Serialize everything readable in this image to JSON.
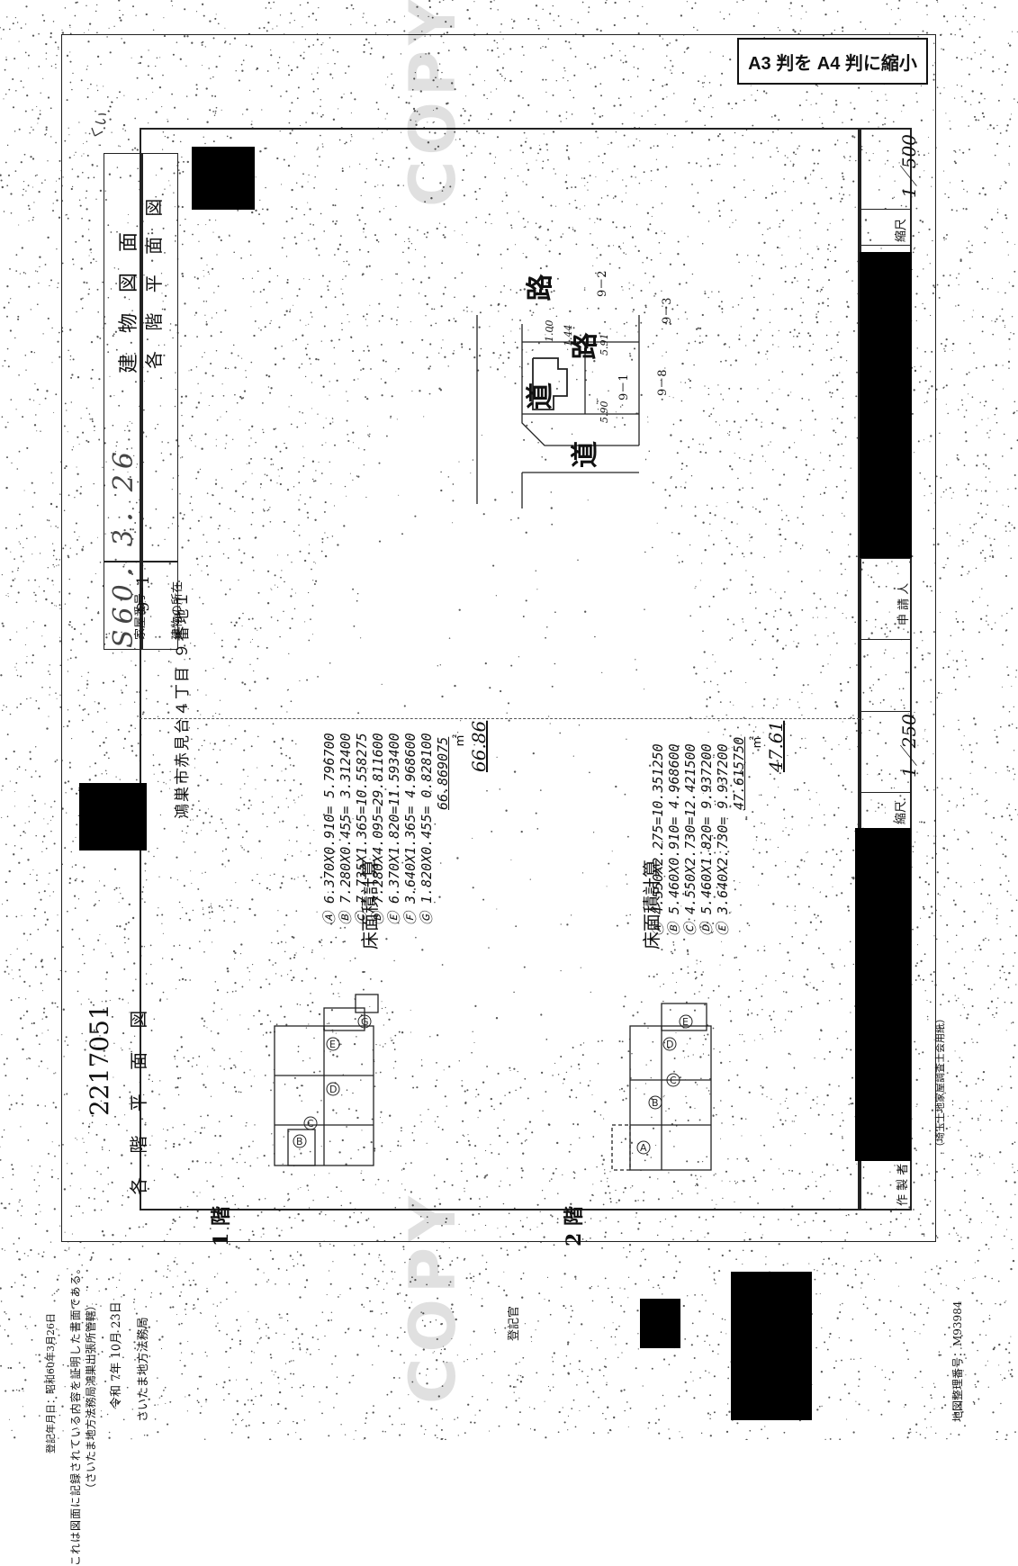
{
  "scale_notice": "A3 判を A4 判に縮小",
  "header": {
    "doc_number": "2217051",
    "title_left": "各 階 平 面 図",
    "handwritten_date": "S60．3．26",
    "handwritten_corner": "くい…",
    "title_right_1": "建 物 図 面",
    "title_right_2": "各 階 平 面 図"
  },
  "property": {
    "house_no_label": "家屋番号",
    "house_no_value": "9－1",
    "location_label": "建物の所在",
    "location_value": "鴻巣市赤見台４丁目 ９番地１"
  },
  "floor1": {
    "label": "1 階",
    "calc_title": "床面積計算",
    "rows": [
      "Ⓐ 6.370X0.910= 5.796700",
      "Ⓑ 7.280X0.455= 3.312400",
      "Ⓒ 7.735X1.365=10.558275",
      "Ⓓ 7.280X4.095=29.811600",
      "Ⓔ 6.370X1.820=11.593400",
      "Ⓕ 3.640X1.365= 4.968600",
      "Ⓖ 1.820X0.455= 0.828100"
    ],
    "total": "66.869075",
    "area_unit": "㎡",
    "area": "66.86"
  },
  "floor2": {
    "label": "2 階",
    "calc_title": "床面積計算",
    "rows": [
      "Ⓐ 4.550X2.275=10.351250",
      "Ⓑ 5.460X0.910= 4.968600",
      "Ⓒ 4.550X2.730=12.421500",
      "Ⓓ 5.460X1.820= 9.937200",
      "Ⓔ 3.640X2.730= 9.937200"
    ],
    "total": "47.615750",
    "area_unit": "㎡",
    "area": "47.61"
  },
  "site_map": {
    "road_1": "道 路",
    "road_2": "道 路",
    "lot_center": "9－1",
    "lot_right": "9－2",
    "lot_right2": "9－3",
    "lot_bottom": "9－8",
    "dim_1": "1.00",
    "dim_2": "1.44",
    "dim_3": "5.91",
    "dim_4": "5.90"
  },
  "footer_panel": {
    "scale_label_plan": "縮尺",
    "scale_plan": "1／250",
    "scale_label_map": "縮尺",
    "scale_map": "1／500",
    "applicant_label": "申 請 人",
    "maker_label": "作 製 者",
    "association": "（埼玉土地家屋調査士会用紙）"
  },
  "margin": {
    "registered_date": "登記年月日：昭和60年3月26日",
    "certification": "これは図面に記録されている内容を証明した書面である。",
    "office_note": "（さいたま地方法務局鴻巣出張所管轄）",
    "issue_date": "令和 7年 10月 23日",
    "office_name": "さいたま地方法務局",
    "registrar": "登記官",
    "map_number": "地図整理番号：M93984",
    "copy_watermark": "COPY"
  }
}
